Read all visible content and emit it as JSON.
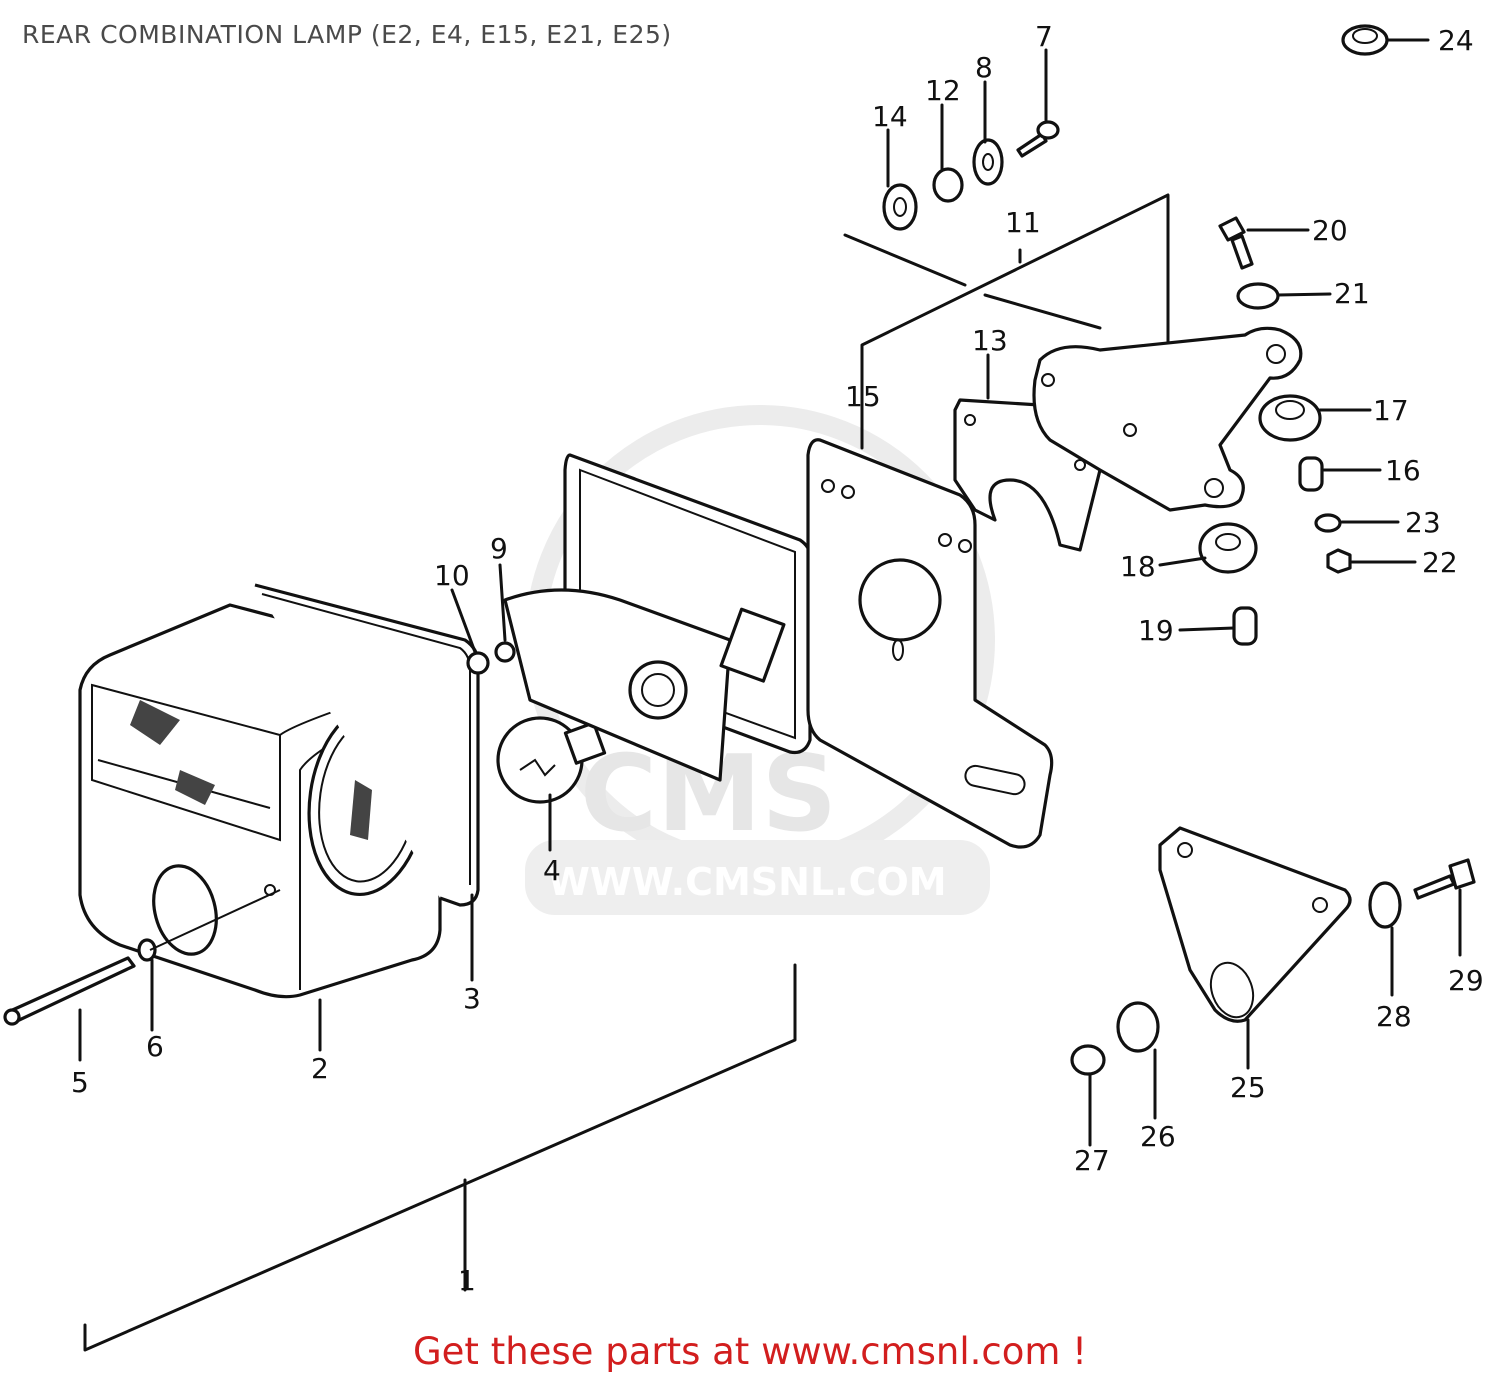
{
  "title": "REAR COMBINATION LAMP (E2, E4, E15, E21, E25)",
  "footer": "Get these parts at www.cmsnl.com !",
  "watermark": {
    "logo": "CMS",
    "url": "WWW.CMSNL.COM"
  },
  "part_numbers": {
    "p1": "1",
    "p2": "2",
    "p3": "3",
    "p4": "4",
    "p5": "5",
    "p6": "6",
    "p7": "7",
    "p8": "8",
    "p9": "9",
    "p10": "10",
    "p11": "11",
    "p12": "12",
    "p13": "13",
    "p14": "14",
    "p15": "15",
    "p16": "16",
    "p17": "17",
    "p18": "18",
    "p19": "19",
    "p20": "20",
    "p21": "21",
    "p22": "22",
    "p23": "23",
    "p24": "24",
    "p25": "25",
    "p26": "26",
    "p27": "27",
    "p28": "28",
    "p29": "29"
  },
  "colors": {
    "footer_text": "#d21e1e",
    "title_text": "#4a4a4a",
    "line_art": "#111111",
    "watermark": "#e6e6e6"
  }
}
